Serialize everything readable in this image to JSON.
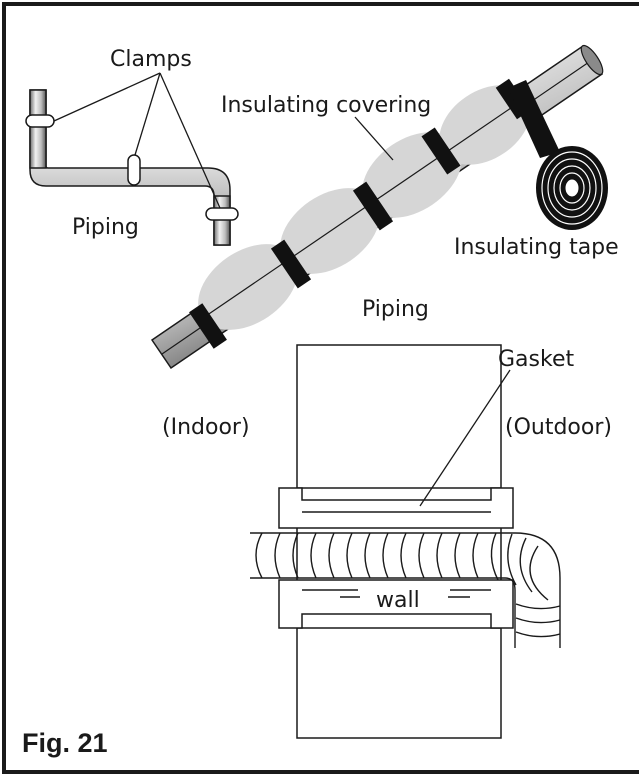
{
  "figure": {
    "caption": "Fig. 21"
  },
  "pipe_clamp_detail": {
    "clamps_label": "Clamps",
    "piping_label": "Piping"
  },
  "insulated_pipe_detail": {
    "covering_label": "Insulating covering",
    "tape_label": "Insulating tape",
    "piping_label": "Piping"
  },
  "wall_penetration_detail": {
    "gasket_label": "Gasket",
    "indoor_label": "(Indoor)",
    "outdoor_label": "(Outdoor)",
    "wall_label": "wall"
  },
  "colors": {
    "border": "#1a1a1a",
    "insulation_fill": "#d6d6d6",
    "pipe_shade": "#9a9a9a",
    "tape": "#111111"
  }
}
